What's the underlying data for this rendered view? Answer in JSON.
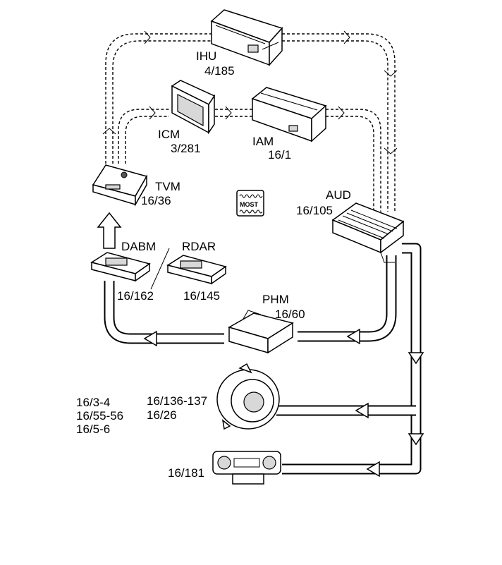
{
  "labels": {
    "ihu_name": "IHU",
    "ihu_ref": "4/185",
    "icm_name": "ICM",
    "icm_ref": "3/281",
    "iam_name": "IAM",
    "iam_ref": "16/1",
    "tvm_name": "TVM",
    "tvm_ref": "16/36",
    "aud_name": "AUD",
    "aud_ref": "16/105",
    "dabm_name": "DABM",
    "dabm_ref": "16/162",
    "rdar_name": "RDAR",
    "rdar_ref": "16/145",
    "phm_name": "PHM",
    "phm_ref": "16/60",
    "speaker_ref_1": "16/136-137",
    "speaker_ref_2": "16/26",
    "speaker_group_1": "16/3-4",
    "speaker_group_2": "16/55-56",
    "speaker_group_3": "16/5-6",
    "control_ref": "16/181",
    "most_badge": "MOST"
  },
  "icons": {
    "most": "most-bus-icon"
  }
}
